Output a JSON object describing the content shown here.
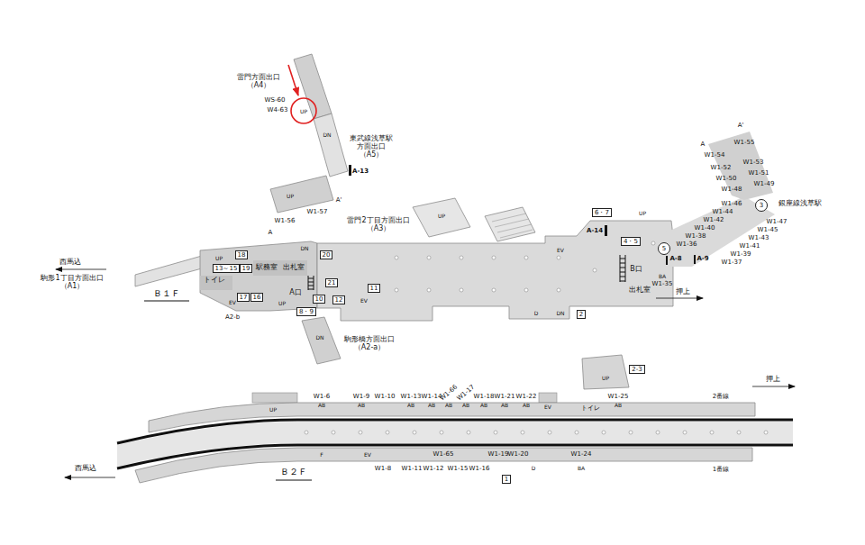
{
  "diagram": {
    "nodes": [
      {
        "text": [
          "18"
        ]
      },
      {
        "text": [
          "13～15"
        ]
      },
      {
        "text": [
          "19"
        ]
      },
      {
        "text": [
          "17"
        ]
      },
      {
        "text": [
          "16"
        ]
      },
      {
        "text": [
          "20"
        ]
      },
      {
        "text": [
          "21"
        ]
      },
      {
        "text": [
          "12"
        ]
      },
      {
        "text": [
          "11"
        ]
      },
      {
        "text": [
          "10"
        ]
      },
      {
        "text": [
          "8・9"
        ]
      },
      {
        "text": [
          "6・7"
        ]
      },
      {
        "text": [
          "4・5"
        ]
      },
      {
        "text": [
          "5"
        ]
      },
      {
        "text": [
          "3"
        ]
      },
      {
        "text": [
          "2"
        ]
      },
      {
        "text": [
          "2-3"
        ]
      },
      {
        "text": [
          "1"
        ]
      }
    ],
    "labels": [
      "雷門方面出口 （A4）",
      "WS-60",
      "W4-63",
      "UP",
      "DN",
      "東武線浅草駅 方面出口 （A5）",
      "A-13",
      "UP",
      "A'",
      "W1-57",
      "W1-56",
      "A",
      "雷門2丁目方面出口 （A3）",
      "UP",
      "A-14",
      "UP",
      "EV",
      "B口",
      "出札室",
      "BA",
      "W1-35",
      "押上",
      "DN",
      "D",
      "A-8",
      "A-9",
      "A'",
      "A",
      "W1-55",
      "W1-54",
      "W1-53",
      "W1-52",
      "W1-51",
      "W1-50",
      "W1-49",
      "W1-48",
      "W1-46",
      "W1-47",
      "W1-44",
      "W1-45",
      "W1-42",
      "W1-43",
      "W1-40",
      "W1-41",
      "W1-38",
      "W1-39",
      "W1-36",
      "W1-37",
      "銀座線浅草駅",
      "西馬込",
      "駒形1丁目方面出口 （A1）",
      "Ｂ１Ｆ",
      "UP",
      "トイレ",
      "駅務室",
      "出札室",
      "DN",
      "EV",
      "A2-b",
      "A口",
      "UP",
      "DN",
      "EV",
      "駒形橋方面出口 （A2-a）",
      "W1-6",
      "AB",
      "W1-9",
      "AB",
      "W1-10",
      "W1-13",
      "AB",
      "W1-14",
      "AB",
      "W1-66",
      "AB",
      "W1-17",
      "AB",
      "W1-18",
      "AB",
      "W1-21",
      "AB",
      "W1-22",
      "AB",
      "EV",
      "UP",
      "トイレ",
      "W1-25",
      "AB",
      "2番線",
      "押上",
      "UP",
      "1番線",
      "西馬込",
      "Ｂ２Ｆ",
      "F",
      "EV",
      "W1-8",
      "W1-11",
      "W1-12",
      "W1-65",
      "W1-15",
      "W1-16",
      "W1-19",
      "W1-20",
      "D",
      "W1-24",
      "BA"
    ]
  }
}
